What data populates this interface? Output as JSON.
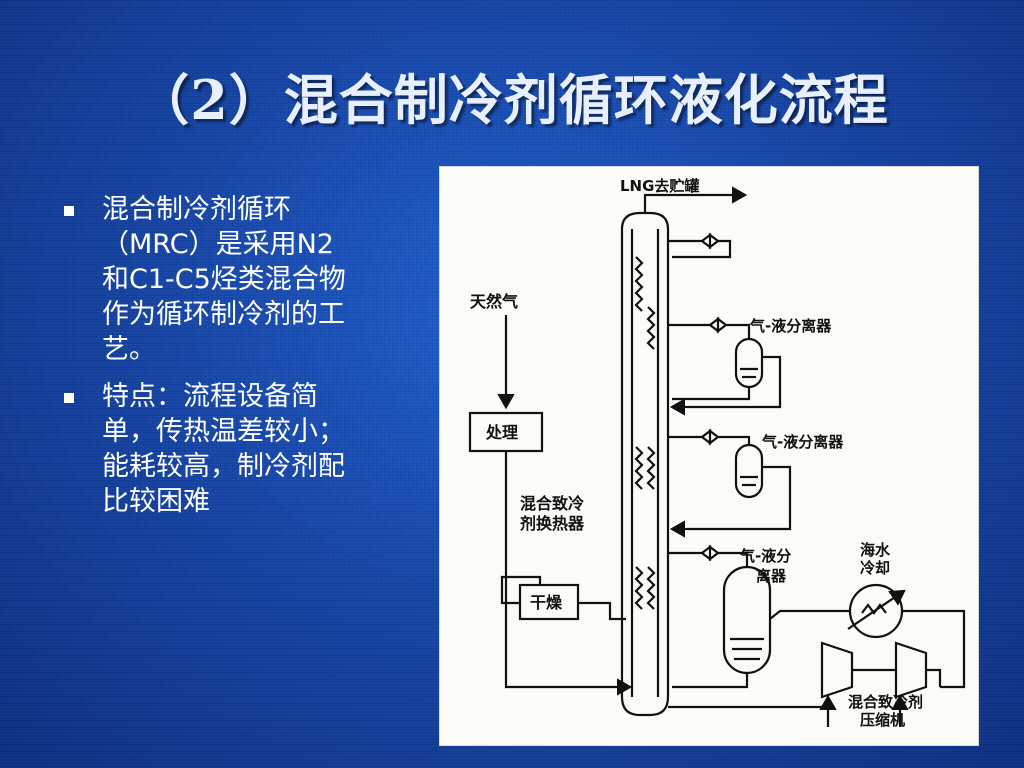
{
  "slide": {
    "title": "（2）混合制冷剂循环液化流程",
    "bullets": [
      "混合制冷剂循环（MRC）是采用N2和C1-C5烃类混合物作为循环制冷剂的工艺。",
      "特点：流程设备简单，传热温差较小；能耗较高，制冷剂配比较困难"
    ]
  },
  "diagram": {
    "labels": {
      "lng_out": "LNG去贮罐",
      "natural_gas": "天然气",
      "treatment": "处理",
      "separator_1": "气-液分离器",
      "separator_2": "气-液分离器",
      "separator_3_line1": "气-液分",
      "separator_3_line2": "离器",
      "exchanger_line1": "混合致冷",
      "exchanger_line2": "剂换热器",
      "dryer": "干燥",
      "seawater_line1": "海水",
      "seawater_line2": "冷却",
      "compressor_line1": "混合致冷剂",
      "compressor_line2": "压缩机"
    }
  }
}
